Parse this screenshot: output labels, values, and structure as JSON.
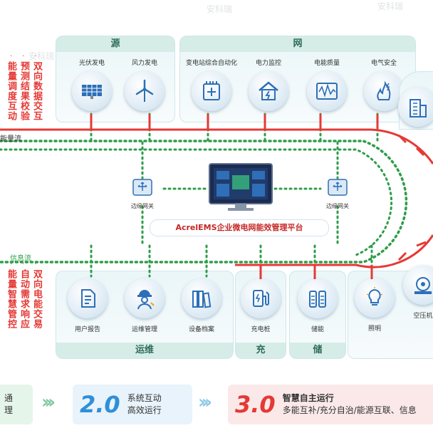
{
  "watermarks": [
    "安科瑞",
    "安科瑞",
    "安科瑞"
  ],
  "source_panel": {
    "title": "源",
    "items": [
      {
        "label": "光伏发电",
        "icon": "solar-panel-icon"
      },
      {
        "label": "风力发电",
        "icon": "wind-turbine-icon"
      }
    ]
  },
  "grid_panel": {
    "title": "网",
    "items": [
      {
        "label": "变电站综合自动化",
        "icon": "substation-icon"
      },
      {
        "label": "电力监控",
        "icon": "power-monitor-icon"
      },
      {
        "label": "电能质量",
        "icon": "power-quality-icon"
      },
      {
        "label": "电气安全",
        "icon": "electrical-safety-icon"
      }
    ]
  },
  "ops_panel": {
    "title": "运维",
    "items": [
      {
        "label": "用户报告",
        "icon": "user-report-icon"
      },
      {
        "label": "运维管理",
        "icon": "maintenance-worker-icon"
      },
      {
        "label": "设备档案",
        "icon": "device-archive-icon"
      }
    ]
  },
  "charge_panel": {
    "title": "充",
    "items": [
      {
        "label": "充电桩",
        "icon": "charging-pile-icon"
      }
    ]
  },
  "storage_panel": {
    "title": "储",
    "items": [
      {
        "label": "储能",
        "icon": "battery-storage-icon"
      }
    ]
  },
  "load_items": [
    {
      "label": "照明",
      "icon": "lightbulb-icon"
    },
    {
      "label": "空压机",
      "icon": "air-compressor-icon"
    },
    {
      "label": "",
      "icon": "building-icon"
    }
  ],
  "left_text": {
    "top_columns": [
      "双向数据交互",
      "预测结果校验",
      "能量调度互动"
    ],
    "bottom_columns": [
      "双向电能交易",
      "自动需求响应",
      "能量智慧管控"
    ],
    "energy_flow": "能量流",
    "info_flow": "信息流"
  },
  "gateways": [
    "边缘网关",
    "边缘网关"
  ],
  "platform": {
    "title": "AcrelEMS企业微电网能效管理平台",
    "screen_icon": "monitor-screen-icon"
  },
  "phases": [
    {
      "num": "",
      "lines": [
        "通",
        "理"
      ]
    },
    {
      "num": "2.0",
      "lines": [
        "系统互动",
        "高效运行"
      ]
    },
    {
      "num": "3.0",
      "lines": [
        "智慧自主运行",
        "多能互补/充分自治/能源互联、信息"
      ]
    }
  ],
  "colors": {
    "energy": "#e53935",
    "info": "#2e9e49",
    "phase2": "#2f8fd8",
    "phase3": "#e53935"
  }
}
